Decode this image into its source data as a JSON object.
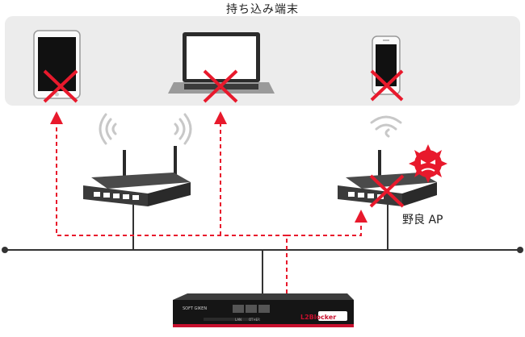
{
  "diagram": {
    "panel_title": "持ち込み端末",
    "rogue_ap_label": "野良 AP",
    "device_brand": "SOFT GIKEN",
    "device_product": "L2Blocker",
    "device_port_labels": [
      "LAN",
      "OTHER"
    ],
    "colors": {
      "blocked_path": "#e8192c",
      "network_line": "#333333",
      "panel_bg": "#ececec",
      "rogue_badge": "#e8192c",
      "device_accent": "#c8102e"
    },
    "icons": [
      "tablet-icon",
      "laptop-icon",
      "smartphone-icon",
      "wifi-signal-icon",
      "wifi-router-icon",
      "rogue-wifi-router-icon",
      "virus-badge-icon",
      "blocked-cross-icon",
      "l2blocker-appliance-icon"
    ]
  }
}
